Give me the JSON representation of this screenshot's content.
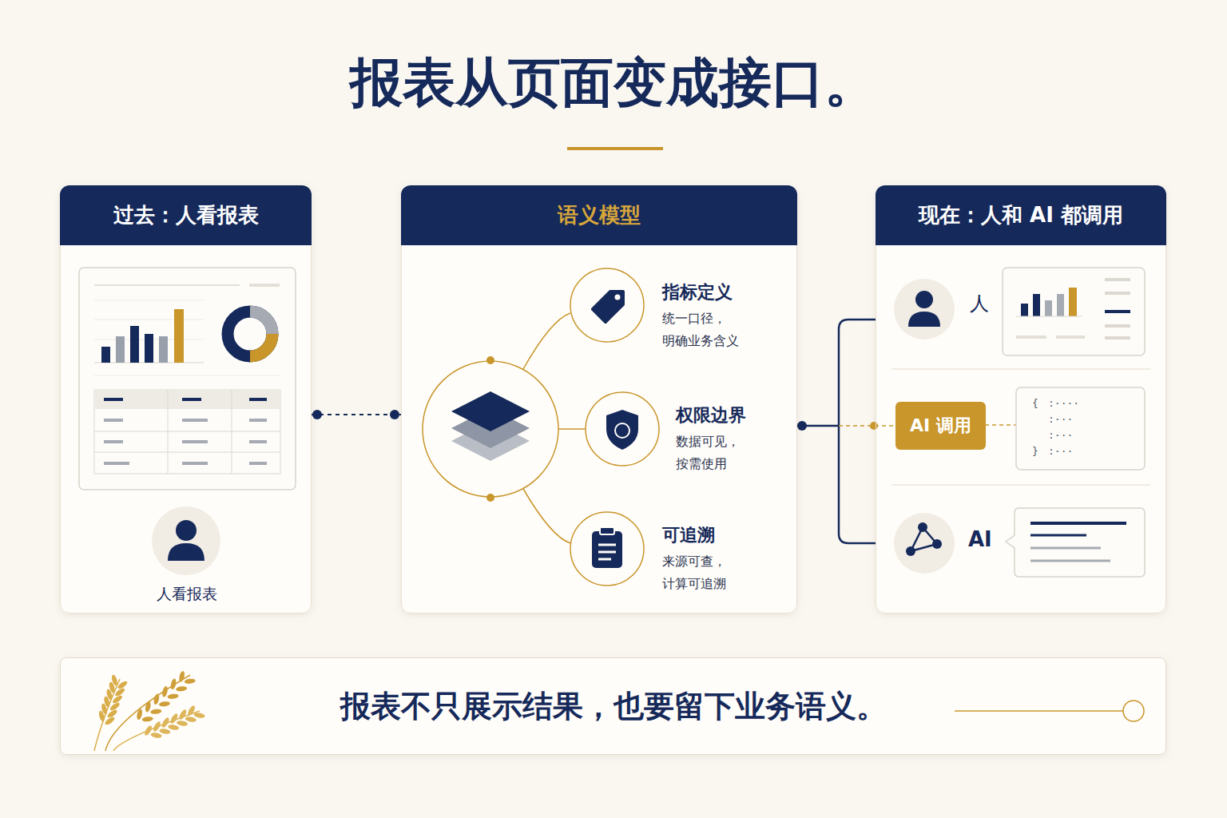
{
  "diagram": {
    "title": "报表从页面变成接口。",
    "caption": "报表不只展示结果，也要留下业务语义。",
    "nodes": [
      {
        "text": [
          "过去：人看报表"
        ]
      },
      {
        "text": [
          "人看报表"
        ],
        "in": 0
      },
      {
        "text": [
          "语义模型"
        ]
      },
      {
        "text": [
          "指标定义",
          "统一口径， 明确业务含义"
        ],
        "in": 2
      },
      {
        "text": [
          "权限边界",
          "数据可见， 按需使用"
        ],
        "in": 2
      },
      {
        "text": [
          "可追溯",
          "来源可查， 计算可追溯"
        ],
        "in": 2
      },
      {
        "text": [
          "现在：人和 AI 都调用"
        ]
      },
      {
        "text": [
          "AI 调用"
        ],
        "in": 6
      }
    ],
    "edges": [
      {
        "from": 0,
        "to": 2,
        "arrow": "none"
      },
      {
        "from": 2,
        "to": 7,
        "arrow": "none"
      }
    ],
    "labels": [
      "人",
      "AI",
      "{",
      ":····",
      ":···",
      ":···",
      "}",
      ":···"
    ]
  }
}
